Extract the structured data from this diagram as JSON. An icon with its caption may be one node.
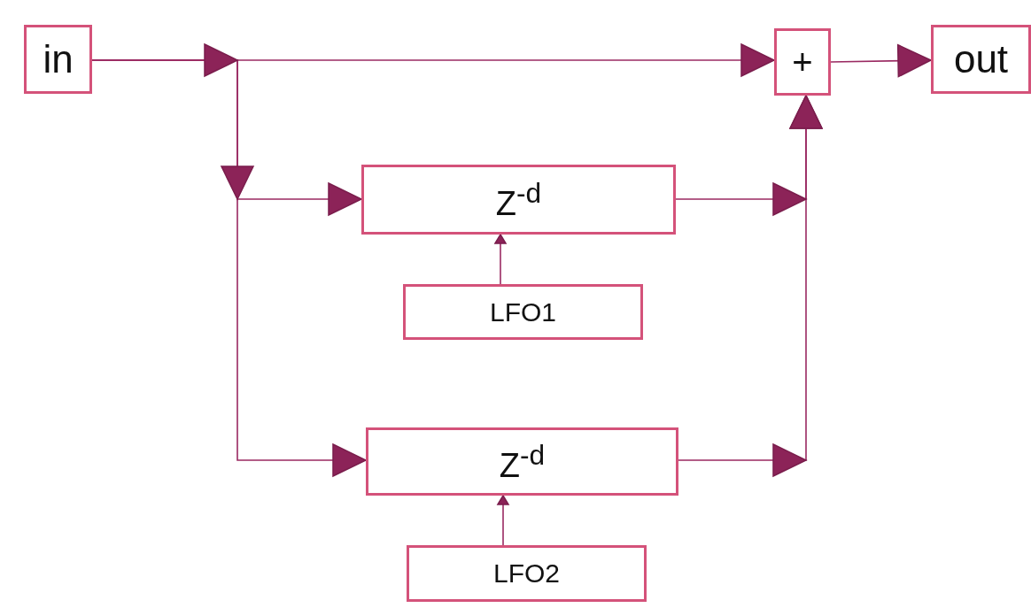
{
  "diagram": {
    "nodes": [
      {
        "text": [
          "in"
        ]
      },
      {
        "text": [
          "+"
        ]
      },
      {
        "text": [
          "out"
        ]
      },
      {
        "text": [
          "Z$^{-d}$"
        ]
      },
      {
        "text": [
          "LFO1"
        ]
      },
      {
        "text": [
          "Z$^{-d}$"
        ]
      },
      {
        "text": [
          "LFO2"
        ]
      }
    ],
    "edges": [
      {
        "from": 0,
        "to": 1,
        "arrow": "to"
      },
      {
        "from": 0,
        "to": 3,
        "arrow": "to"
      },
      {
        "from": 0,
        "to": 5,
        "arrow": "to"
      },
      {
        "from": 3,
        "to": 1,
        "arrow": "to"
      },
      {
        "from": 5,
        "to": 1,
        "arrow": "to"
      },
      {
        "from": 4,
        "to": 3,
        "arrow": "to"
      },
      {
        "from": 6,
        "to": 5,
        "arrow": "to"
      },
      {
        "from": 1,
        "to": 2,
        "arrow": "to"
      }
    ]
  }
}
